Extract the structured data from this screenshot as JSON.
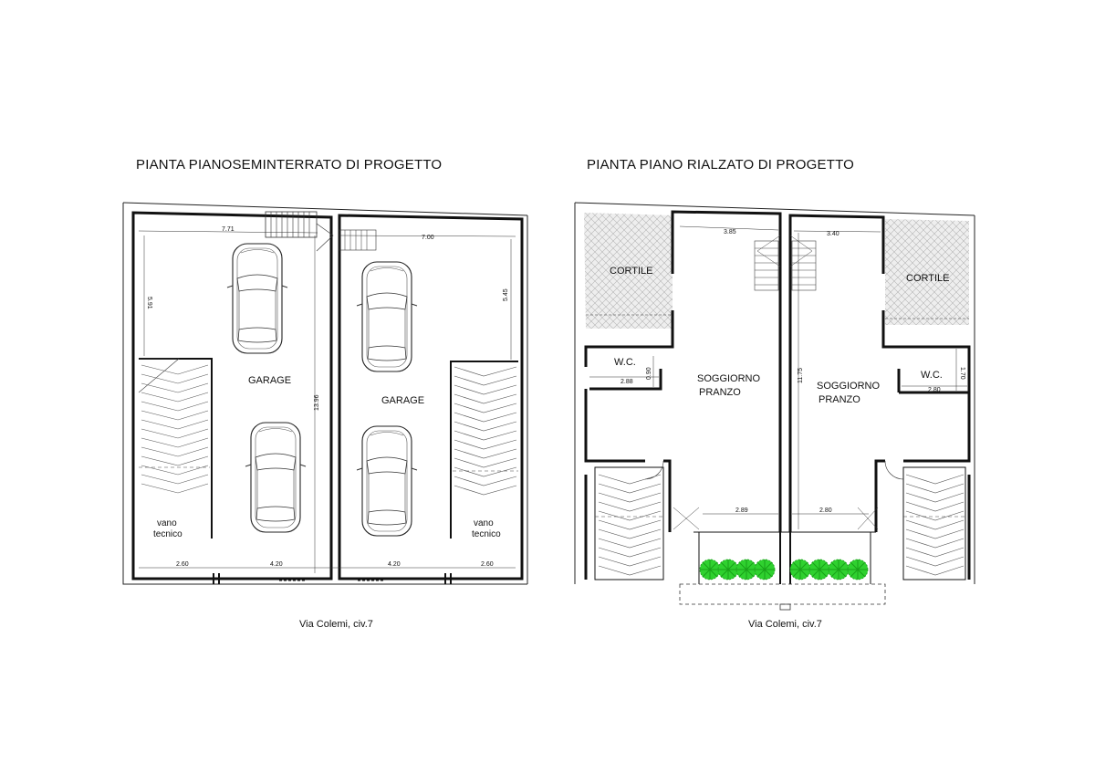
{
  "left_plan": {
    "title": "PIANTA PIANOSEMINTERRATO DI PROGETTO",
    "garage_label_1": "GARAGE",
    "garage_label_2": "GARAGE",
    "vano_1": "vano",
    "tecnico_1": "tecnico",
    "vano_2": "vano",
    "tecnico_2": "tecnico",
    "dims": {
      "top_left_width": "7.71",
      "top_right_width": "7.00",
      "left_height": "5.91",
      "right_height": "5.45",
      "total_depth": "13.96",
      "bottom_a": "2.60",
      "bottom_b": "4.20",
      "bottom_c": "4.20",
      "bottom_d": "2.60"
    },
    "address": "Via Colemi, civ.7"
  },
  "right_plan": {
    "title": "PIANTA PIANO RIALZATO DI PROGETTO",
    "cortile_1": "CORTILE",
    "cortile_2": "CORTILE",
    "wc_1": "W.C.",
    "wc_2": "W.C.",
    "soggiorno_1": "SOGGIORNO",
    "pranzo_1": "PRANZO",
    "soggiorno_2": "SOGGIORNO",
    "pranzo_2": "PRANZO",
    "dims": {
      "top_a": "3.85",
      "top_b": "3.40",
      "depth": "11.75",
      "wc_w1": "2.88",
      "wc_h1": "0.90",
      "wc_w2": "2.80",
      "wc_h2": "1.70",
      "front_a": "2.89",
      "front_b": "2.80"
    },
    "address": "Via Colemi, civ.7"
  },
  "colors": {
    "wall": "#111111",
    "courtyard_fill": "#e9e9e9",
    "plant": "#2fd12f"
  }
}
